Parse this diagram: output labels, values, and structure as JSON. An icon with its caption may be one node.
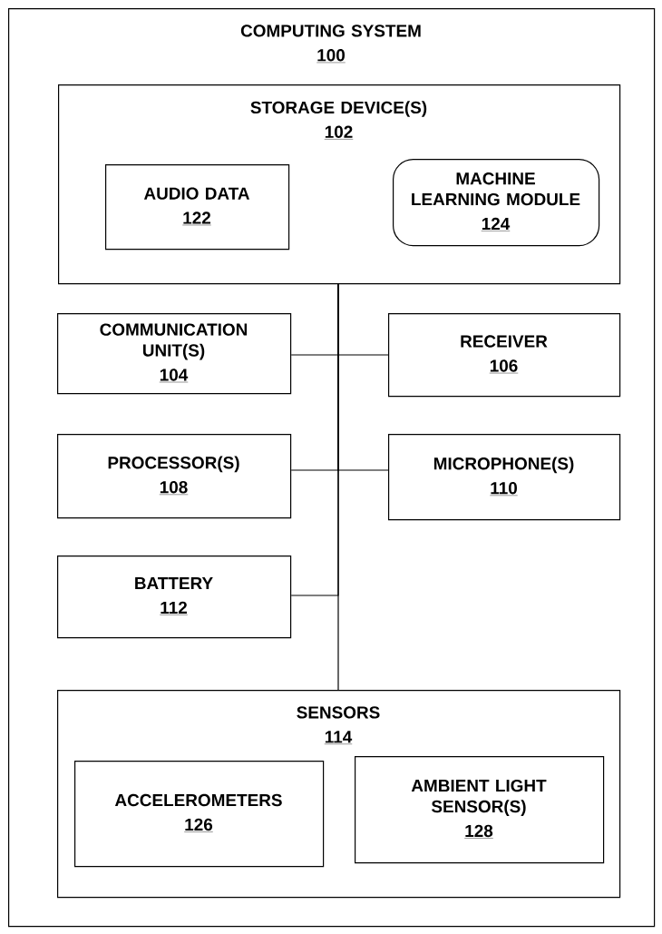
{
  "diagram": {
    "nodes": [
      {
        "text": [
          "COMPUTING SYSTEM",
          "100"
        ]
      },
      {
        "text": [
          "STORAGE DEVICE(S)",
          "102"
        ],
        "in": 0
      },
      {
        "text": [
          "AUDIO DATA",
          "122"
        ],
        "in": 1
      },
      {
        "text": [
          "MACHINE LEARNING MODULE",
          "124"
        ],
        "in": 1
      },
      {
        "text": [
          "COMMUNICATION UNIT(S)",
          "104"
        ],
        "in": 0
      },
      {
        "text": [
          "RECEIVER",
          "106"
        ],
        "in": 0
      },
      {
        "text": [
          "PROCESSOR(S)",
          "108"
        ],
        "in": 0
      },
      {
        "text": [
          "MICROPHONE(S)",
          "110"
        ],
        "in": 0
      },
      {
        "text": [
          "BATTERY",
          "112"
        ],
        "in": 0
      },
      {
        "text": [
          "SENSORS",
          "114"
        ],
        "in": 0
      },
      {
        "text": [
          "ACCELEROMETERS",
          "126"
        ],
        "in": 9
      },
      {
        "text": [
          "AMBIENT LIGHT SENSOR(S)",
          "128"
        ],
        "in": 9
      }
    ],
    "edges": [
      {
        "from": 1,
        "to": 4,
        "arrow": "none"
      },
      {
        "from": 1,
        "to": 5,
        "arrow": "none"
      },
      {
        "from": 1,
        "to": 6,
        "arrow": "none"
      },
      {
        "from": 1,
        "to": 7,
        "arrow": "none"
      },
      {
        "from": 1,
        "to": 8,
        "arrow": "none"
      },
      {
        "from": 1,
        "to": 9,
        "arrow": "none"
      }
    ]
  }
}
